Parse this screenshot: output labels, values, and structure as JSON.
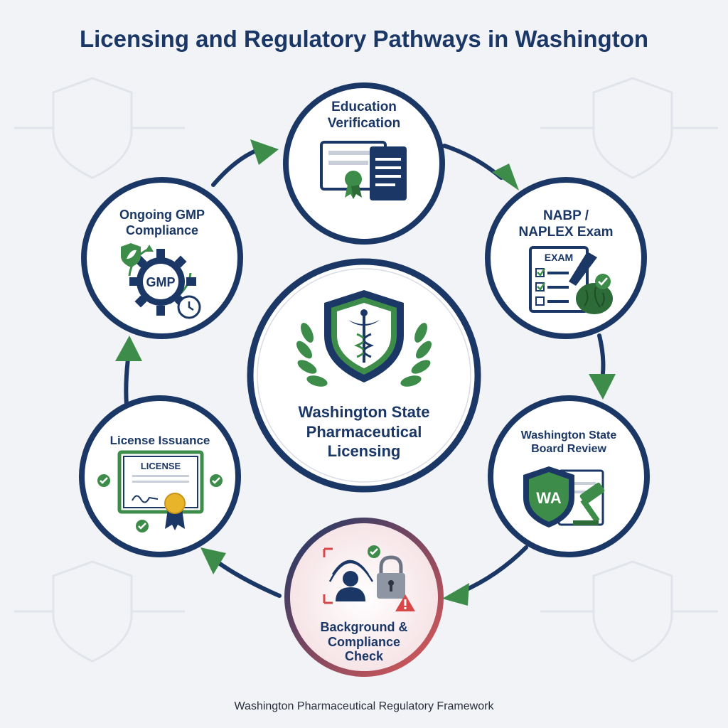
{
  "title": "Licensing and Regulatory Pathways in Washington",
  "center": {
    "lines": [
      "Washington State",
      "Pharmaceutical",
      "Licensing"
    ]
  },
  "steps": [
    {
      "id": "education",
      "lines": [
        "Education",
        "Verification"
      ],
      "icon": "diploma-document-icon"
    },
    {
      "id": "naplex",
      "lines": [
        "NABP /",
        "NAPLEX Exam"
      ],
      "icon": "exam-checklist-brain-icon",
      "badge": "EXAM"
    },
    {
      "id": "board",
      "lines": [
        "Washington State",
        "Board Review"
      ],
      "icon": "wa-shield-gavel-icon",
      "badge": "WA"
    },
    {
      "id": "background",
      "lines": [
        "Background &",
        "Compliance",
        "Check"
      ],
      "icon": "fingerprint-lock-icon"
    },
    {
      "id": "license",
      "lines": [
        "License Issuance"
      ],
      "icon": "license-certificate-icon",
      "badge": "LICENSE"
    },
    {
      "id": "gmp",
      "lines": [
        "Ongoing GMP",
        "Compliance"
      ],
      "icon": "gmp-gear-cycle-icon",
      "badge": "GMP"
    }
  ],
  "footer": "Washington Pharmaceutical Regulatory Framework",
  "colors": {
    "navy": "#1b3766",
    "green": "#3d8c4a",
    "background": "#f1f3f7",
    "alert_red": "#d94848",
    "gold": "#e8b52a"
  }
}
